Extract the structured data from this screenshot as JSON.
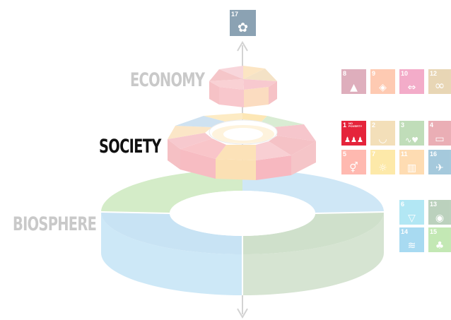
{
  "labels": {
    "economy": "ECONOMY",
    "society": "SOCIETY",
    "biosphere": "BIOSPHERE"
  },
  "goals": {
    "partnerships": {
      "num": "17",
      "color": "#19486a",
      "icon": "flower-icon",
      "glyph": "✿"
    },
    "economy": [
      {
        "num": "8",
        "color": "#a21942",
        "icon": "growth-chart-icon",
        "glyph": "▲"
      },
      {
        "num": "9",
        "color": "#fd6925",
        "icon": "cubes-icon",
        "glyph": "◈"
      },
      {
        "num": "10",
        "color": "#dd1367",
        "icon": "equality-icon",
        "glyph": "⇔"
      },
      {
        "num": "12",
        "color": "#bf8b2e",
        "icon": "infinity-icon",
        "glyph": "∞"
      }
    ],
    "society": [
      {
        "num": "1",
        "color": "#e5243b",
        "icon": "family-icon",
        "glyph": "♟♟♟",
        "text": "NO POVERTY"
      },
      {
        "num": "2",
        "color": "#dda63a",
        "icon": "bowl-icon",
        "glyph": "◡"
      },
      {
        "num": "3",
        "color": "#4c9f38",
        "icon": "heartbeat-icon",
        "glyph": "∿♥"
      },
      {
        "num": "4",
        "color": "#c5192d",
        "icon": "book-icon",
        "glyph": "▭"
      },
      {
        "num": "5",
        "color": "#ff3a21",
        "icon": "gender-icon",
        "glyph": "⚥"
      },
      {
        "num": "7",
        "color": "#fcc30b",
        "icon": "sun-icon",
        "glyph": "☼"
      },
      {
        "num": "11",
        "color": "#fd9d24",
        "icon": "buildings-icon",
        "glyph": "▥"
      },
      {
        "num": "16",
        "color": "#00689d",
        "icon": "dove-icon",
        "glyph": "✈"
      }
    ],
    "biosphere": [
      {
        "num": "6",
        "color": "#26bde2",
        "icon": "water-drop-icon",
        "glyph": "▽"
      },
      {
        "num": "13",
        "color": "#3f7e44",
        "icon": "eye-globe-icon",
        "glyph": "◉"
      },
      {
        "num": "14",
        "color": "#0a97d9",
        "icon": "fish-icon",
        "glyph": "≋"
      },
      {
        "num": "15",
        "color": "#56c02b",
        "icon": "tree-icon",
        "glyph": "♣"
      }
    ]
  }
}
